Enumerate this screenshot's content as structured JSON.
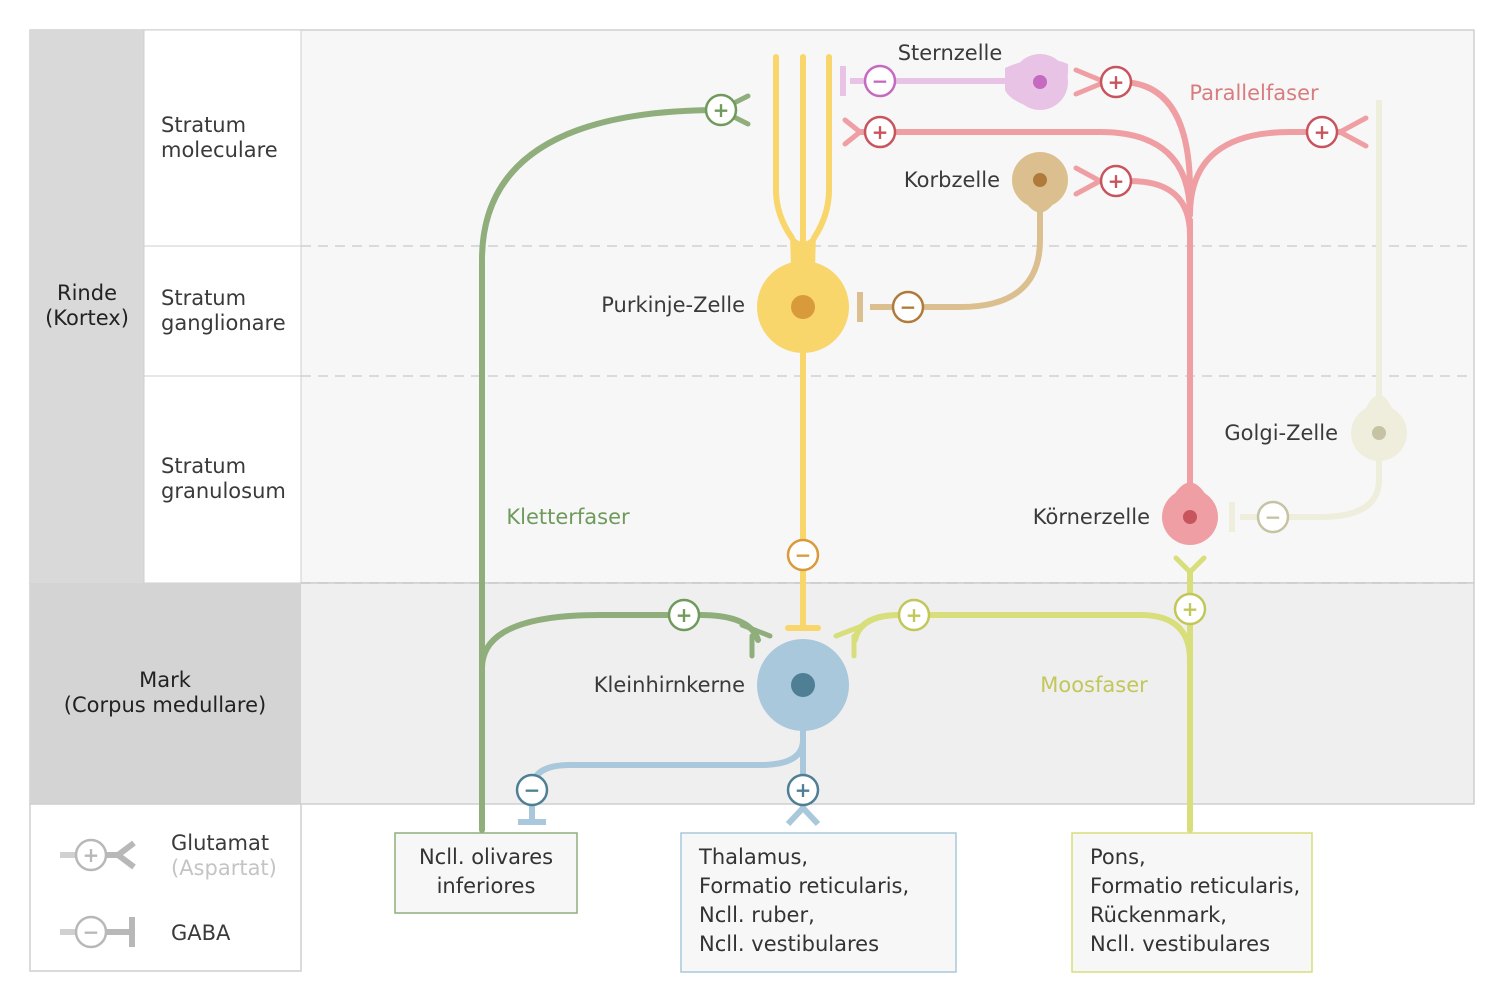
{
  "layers": {
    "rinde": [
      "Rinde",
      "(Kortex)"
    ],
    "mark": [
      "Mark",
      "(Corpus medullare)"
    ],
    "molecular": [
      "Stratum",
      "moleculare"
    ],
    "ganglionar": [
      "Stratum",
      "ganglionare"
    ],
    "granulosum": [
      "Stratum",
      "granulosum"
    ]
  },
  "cells": {
    "sternzelle": "Sternzelle",
    "korbzelle": "Korbzelle",
    "purkinje": "Purkinje-Zelle",
    "golgi": "Golgi-Zelle",
    "koerner": "Körnerzelle",
    "kleinhirnkerne": "Kleinhirnkerne"
  },
  "fibers": {
    "parallelfaser": "Parallelfaser",
    "kletterfaser": "Kletterfaser",
    "moosfaser": "Moosfaser"
  },
  "sources": {
    "olivary": [
      "Ncll. olivares",
      "inferiores"
    ],
    "thalamus": [
      "Thalamus,",
      "Formatio reticularis,",
      "Ncll. ruber,",
      "Ncll. vestibulares"
    ],
    "pons": [
      "Pons,",
      "Formatio reticularis,",
      "Rückenmark,",
      "Ncll. vestibulares"
    ]
  },
  "legend": {
    "glutamat": "Glutamat",
    "aspartat": "(Aspartat)",
    "gaba": "GABA",
    "plus": "+",
    "minus": "−"
  },
  "colors": {
    "purkinje": "#f8d66b",
    "purkinje_core": "#d99a3c",
    "stern": "#e8c3e6",
    "stern_core": "#c56ac0",
    "korb": "#dcbf8f",
    "korb_core": "#b07a3a",
    "koerner": "#ef9fa3",
    "koerner_core": "#c8545e",
    "golgi": "#efeedd",
    "golgi_core": "#c5c3a3",
    "kern": "#a9c8db",
    "kern_core": "#4e7f95",
    "kletter": "#8fae7c",
    "moos": "#d8de7a",
    "parallel_text": "#d87d7f",
    "kletter_text": "#6f9a5c",
    "moos_text": "#c2c75a"
  }
}
